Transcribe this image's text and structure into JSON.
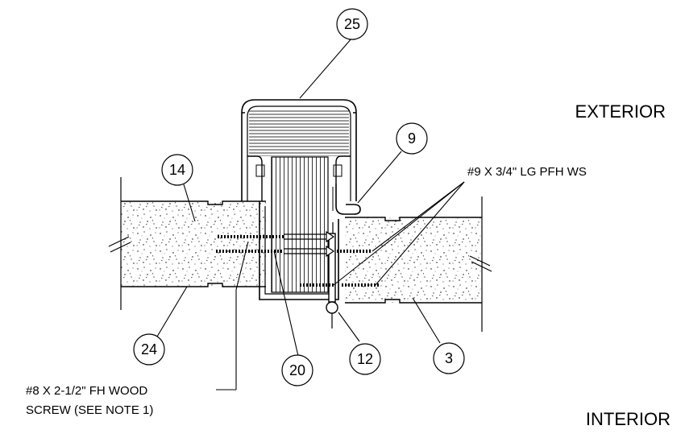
{
  "labels": {
    "exterior": "EXTERIOR",
    "interior": "INTERIOR",
    "ws_screw_note": "#9 X 3/4\" LG PFH WS",
    "wood_screw_note_line1": "#8 X 2-1/2\" FH WOOD",
    "wood_screw_note_line2": "SCREW (SEE NOTE 1)"
  },
  "callouts": [
    "25",
    "9",
    "14",
    "24",
    "20",
    "12",
    "3"
  ]
}
